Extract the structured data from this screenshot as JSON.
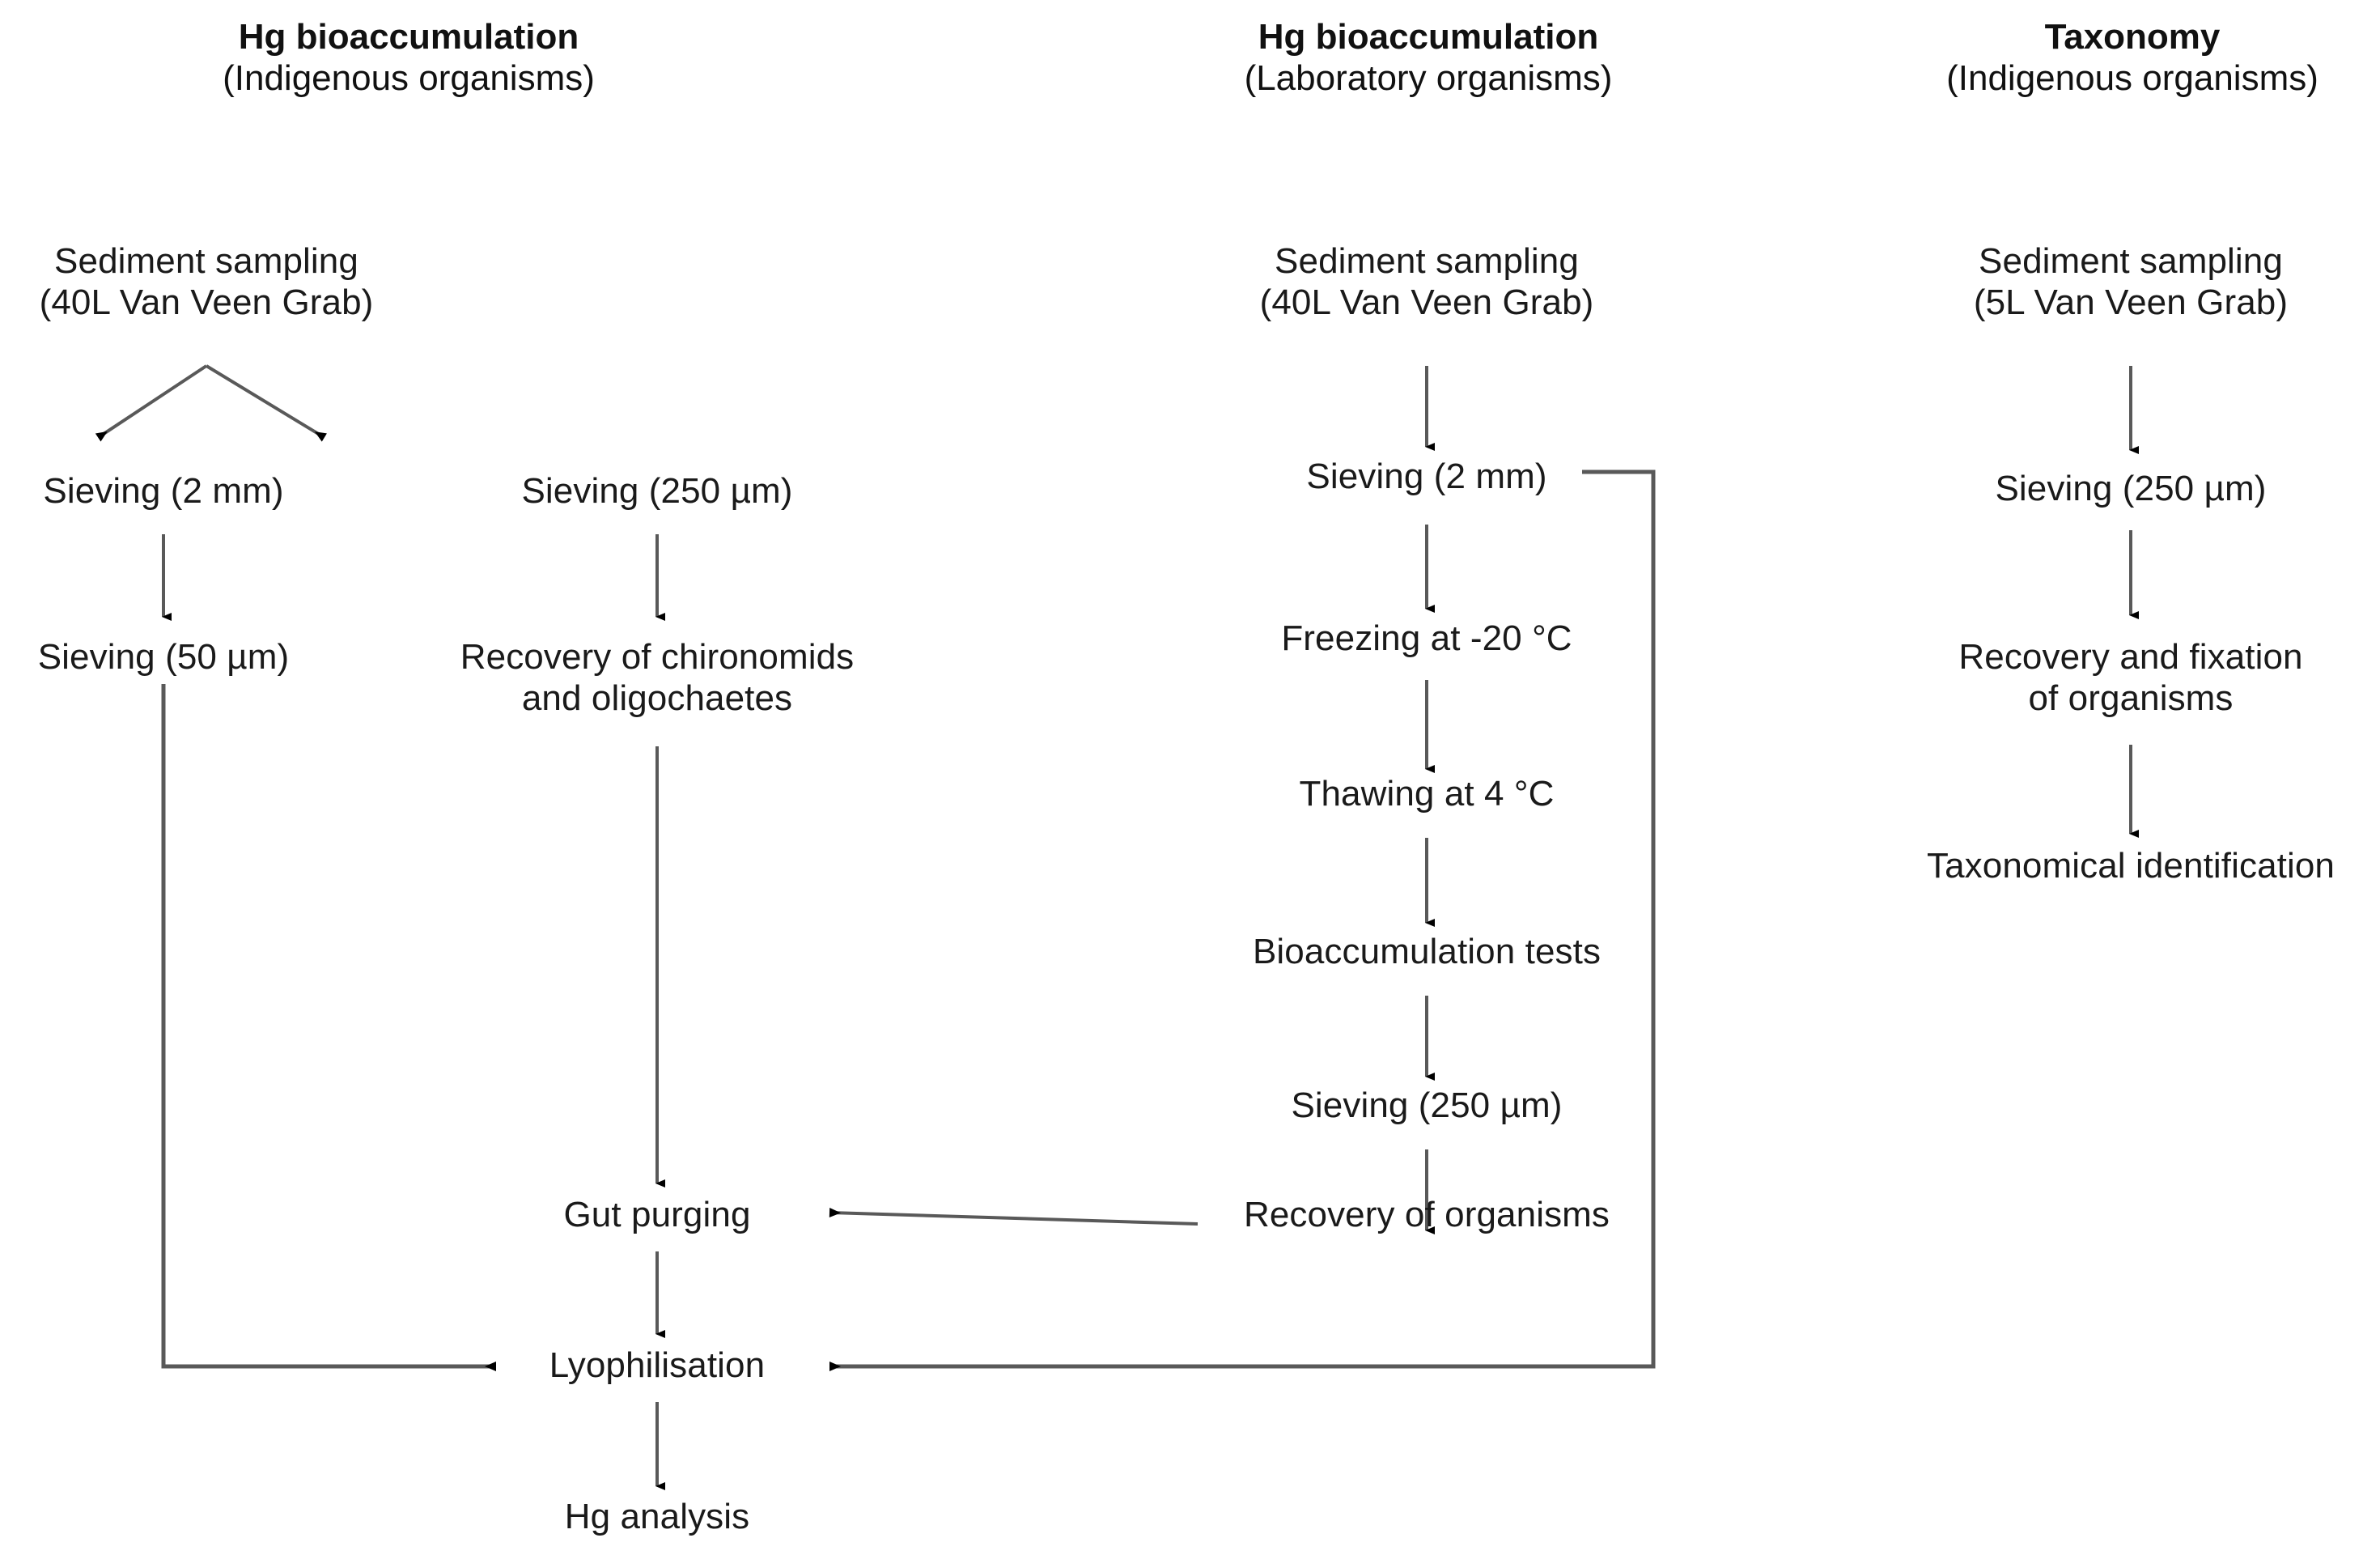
{
  "diagram": {
    "title": "Experimental workflow flowchart",
    "background_color": "#ffffff",
    "text_color": "#1a1a1a",
    "line_color": "#595959",
    "arrowhead_color": "#000000",
    "columns": [
      {
        "id": "col-indigenous-hg",
        "title_main": "Hg bioaccumulation",
        "title_sub": "(Indigenous organisms)"
      },
      {
        "id": "col-laboratory-hg",
        "title_main": "Hg bioaccumulation",
        "title_sub": "(Laboratory organisms)"
      },
      {
        "id": "col-taxonomy",
        "title_main": "Taxonomy",
        "title_sub": "(Indigenous organisms)"
      }
    ],
    "nodes": {
      "left_sediment_sampling": "Sediment sampling\n(40L Van Veen Grab)",
      "left_sieving_2mm": "Sieving (2 mm)",
      "left_sieving_250um": "Sieving (250 µm)",
      "left_sieving_50um": "Sieving (50 µm)",
      "left_recovery_chironomids": "Recovery of chironomids\nand oligochaetes",
      "shared_gut_purging": "Gut purging",
      "shared_lyophilisation": "Lyophilisation",
      "shared_hg_analysis": "Hg analysis",
      "mid_sediment_sampling": "Sediment sampling\n(40L Van Veen Grab)",
      "mid_sieving_2mm": "Sieving (2 mm)",
      "mid_freezing": "Freezing at -20 °C",
      "mid_thawing": "Thawing at 4 °C",
      "mid_bioaccumulation_tests": "Bioaccumulation tests",
      "mid_sieving_250um": "Sieving (250 µm)",
      "mid_recovery_organisms": "Recovery of organisms",
      "right_sediment_sampling": "Sediment sampling\n(5L Van Veen Grab)",
      "right_sieving_250um": "Sieving (250 µm)",
      "right_recovery_fixation": "Recovery and fixation\nof organisms",
      "right_taxonomical_identification": "Taxonomical identification"
    },
    "edges": [
      {
        "id": "e-left-split-left",
        "from": "left_sediment_sampling",
        "to": "left_sieving_2mm",
        "kind": "diagonal-arrow"
      },
      {
        "id": "e-left-split-right",
        "from": "left_sediment_sampling",
        "to": "left_sieving_250um",
        "kind": "diagonal-arrow"
      },
      {
        "id": "e-left-2mm-50um",
        "from": "left_sieving_2mm",
        "to": "left_sieving_50um",
        "kind": "vertical-arrow"
      },
      {
        "id": "e-left-250um-rec",
        "from": "left_sieving_250um",
        "to": "left_recovery_chironomids",
        "kind": "vertical-arrow"
      },
      {
        "id": "e-left-rec-gut",
        "from": "left_recovery_chironomids",
        "to": "shared_gut_purging",
        "kind": "vertical-arrow"
      },
      {
        "id": "e-left-50um-lyo",
        "from": "left_sieving_50um",
        "to": "shared_lyophilisation",
        "kind": "elbow-arrow"
      },
      {
        "id": "e-gut-lyo",
        "from": "shared_gut_purging",
        "to": "shared_lyophilisation",
        "kind": "vertical-arrow"
      },
      {
        "id": "e-lyo-hg",
        "from": "shared_lyophilisation",
        "to": "shared_hg_analysis",
        "kind": "vertical-arrow"
      },
      {
        "id": "e-mid-sed-2mm",
        "from": "mid_sediment_sampling",
        "to": "mid_sieving_2mm",
        "kind": "vertical-arrow"
      },
      {
        "id": "e-mid-2mm-freeze",
        "from": "mid_sieving_2mm",
        "to": "mid_freezing",
        "kind": "vertical-arrow"
      },
      {
        "id": "e-mid-freeze-thaw",
        "from": "mid_freezing",
        "to": "mid_thawing",
        "kind": "vertical-arrow"
      },
      {
        "id": "e-mid-thaw-tests",
        "from": "mid_thawing",
        "to": "mid_bioaccumulation_tests",
        "kind": "vertical-arrow"
      },
      {
        "id": "e-mid-tests-sieve",
        "from": "mid_bioaccumulation_tests",
        "to": "mid_sieving_250um",
        "kind": "vertical-arrow"
      },
      {
        "id": "e-mid-sieve-rec",
        "from": "mid_sieving_250um",
        "to": "mid_recovery_organisms",
        "kind": "vertical-arrow"
      },
      {
        "id": "e-mid-rec-gut",
        "from": "mid_recovery_organisms",
        "to": "shared_gut_purging",
        "kind": "horizontal-arrow"
      },
      {
        "id": "e-mid-2mm-lyo",
        "from": "mid_sieving_2mm",
        "to": "shared_lyophilisation",
        "kind": "elbow-arrow"
      },
      {
        "id": "e-right-sed-sieve",
        "from": "right_sediment_sampling",
        "to": "right_sieving_250um",
        "kind": "vertical-arrow"
      },
      {
        "id": "e-right-sieve-rec",
        "from": "right_sieving_250um",
        "to": "right_recovery_fixation",
        "kind": "vertical-arrow"
      },
      {
        "id": "e-right-rec-tax",
        "from": "right_recovery_fixation",
        "to": "right_taxonomical_identification",
        "kind": "vertical-arrow"
      }
    ]
  }
}
